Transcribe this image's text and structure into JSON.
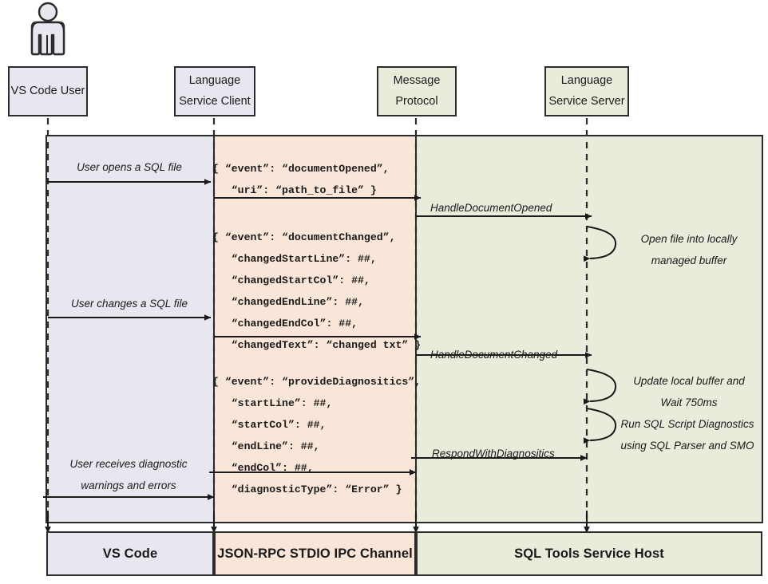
{
  "diagram": {
    "title": "SQL Tools Service language protocol sequence",
    "colors": {
      "client_band": "#e8e6ef",
      "protocol_band": "#fae6d8",
      "server_band": "#e7ecdb",
      "stroke": "#2b2b2b"
    }
  },
  "actor": {
    "name": "vs-code-user-actor"
  },
  "lifelines": [
    {
      "id": "vs-code-user",
      "line1": "VS Code User",
      "line2": "",
      "style": "gray"
    },
    {
      "id": "language-service-client",
      "line1": "Language",
      "line2": "Service Client",
      "style": "gray"
    },
    {
      "id": "message-protocol",
      "line1": "Message",
      "line2": "Protocol",
      "style": "green"
    },
    {
      "id": "language-service-server",
      "line1": "Language",
      "line2": "Service Server",
      "style": "green"
    }
  ],
  "messages": {
    "user_opens": "User opens a SQL file",
    "user_changes": "User changes a SQL file",
    "user_receives_line1": "User receives diagnostic",
    "user_receives_line2": "warnings and errors",
    "handle_document_opened": "HandleDocumentOpened",
    "handle_document_changed": "HandleDocumentChanged",
    "respond_with_diagnostics": "RespondWithDiagnositics"
  },
  "self_calls": [
    {
      "id": "open-file-buffer",
      "line1": "Open file into locally",
      "line2": "managed buffer"
    },
    {
      "id": "update-buffer",
      "line1": "Update local buffer and",
      "line2": "Wait 750ms"
    },
    {
      "id": "run-diagnostics",
      "line1": "Run SQL Script Diagnostics",
      "line2": "using SQL Parser and SMO"
    }
  ],
  "payloads": [
    {
      "id": "document-opened-payload",
      "lines": [
        "{ “event”: “documentOpened”,",
        "   “uri”: “path_to_file” }"
      ]
    },
    {
      "id": "document-changed-payload",
      "lines": [
        "{ “event”: “documentChanged”,",
        "   “changedStartLine”: ##,",
        "   “changedStartCol”: ##,",
        "   “changedEndLine”: ##,",
        "   “changedEndCol”: ##,",
        "   “changedText”: “changed txt” }"
      ]
    },
    {
      "id": "provide-diagnostics-payload",
      "lines": [
        "{ “event”: “provideDiagnositics”,",
        "   “startLine”: ##,",
        "   “startCol”: ##,",
        "   “endLine”: ##,",
        "   “endCol”: ##,",
        "   “diagnosticType”: “Error” }"
      ]
    }
  ],
  "footer": [
    {
      "id": "vs-code-footer",
      "label": "VS Code",
      "style": "gray"
    },
    {
      "id": "ipc-footer",
      "label": "JSON-RPC STDIO IPC Channel",
      "style": "peach"
    },
    {
      "id": "service-footer",
      "label": "SQL Tools Service Host",
      "style": "green"
    }
  ]
}
